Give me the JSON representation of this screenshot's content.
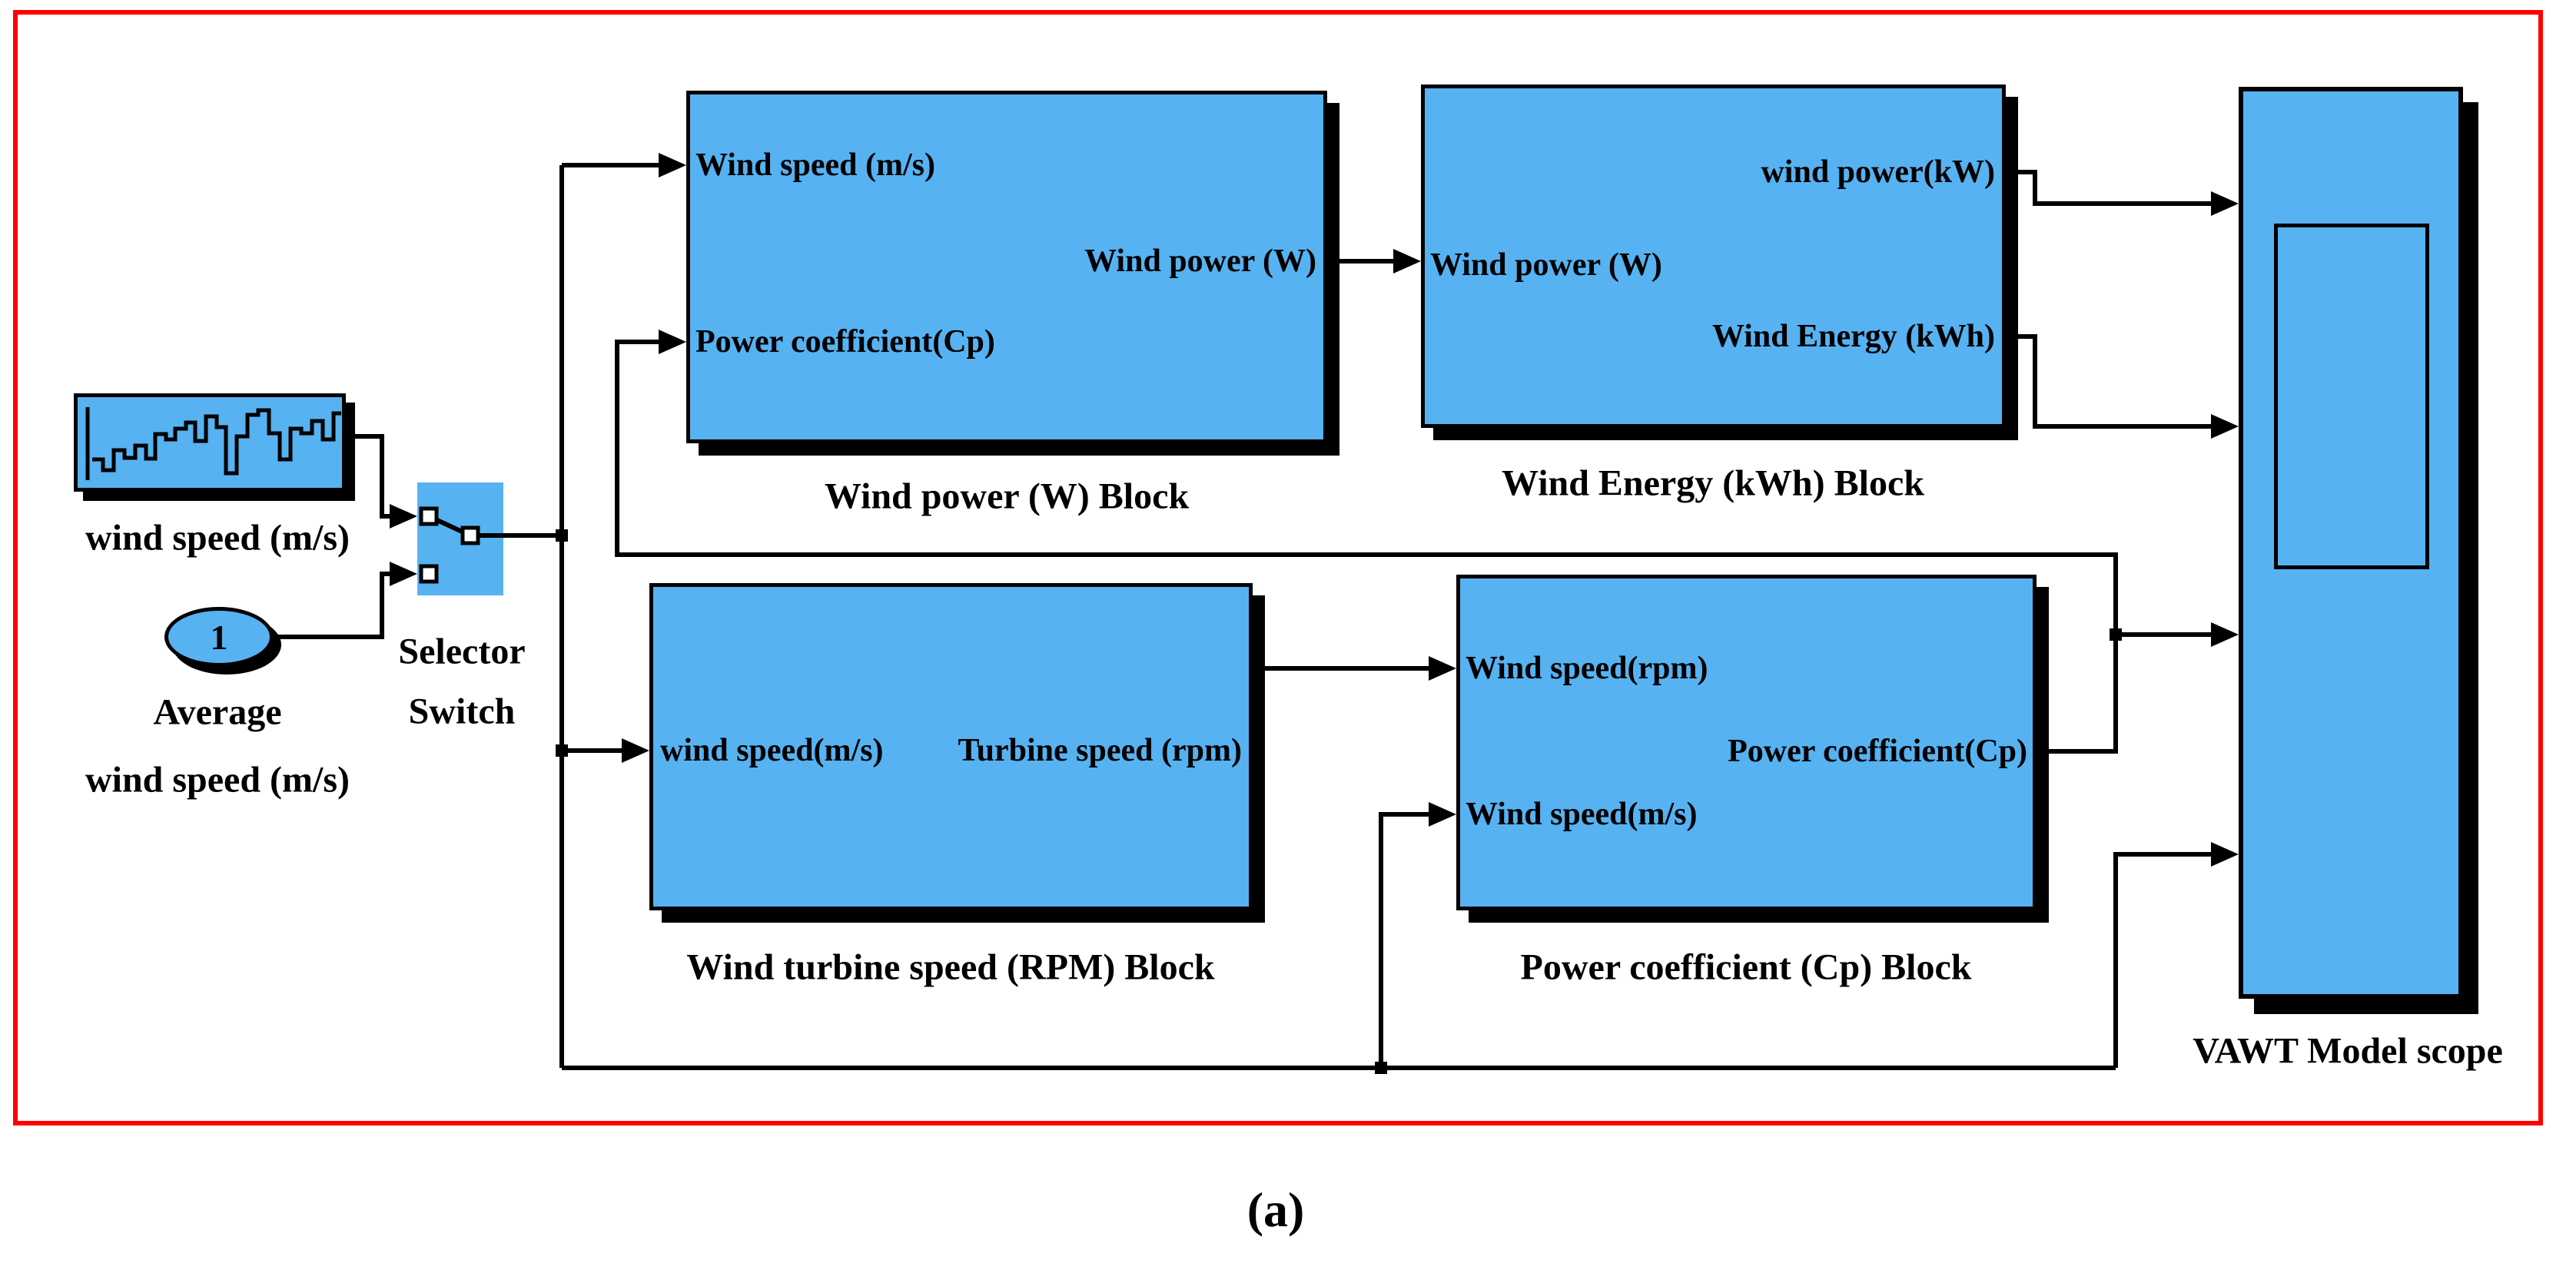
{
  "colors": {
    "block_fill": "#56B2F1",
    "outline": "#000000",
    "frame": "#FF0000",
    "text": "#000000"
  },
  "caption": "(a)",
  "source_block": {
    "label": "wind speed (m/s)"
  },
  "constant_block": {
    "value": "1",
    "label_line1": "Average",
    "label_line2": "wind speed (m/s)"
  },
  "selector_switch": {
    "label_line1": "Selector",
    "label_line2": "Switch"
  },
  "wind_power_block": {
    "in1": "Wind speed (m/s)",
    "in2": "Power coefficient(Cp)",
    "out1": "Wind power (W)",
    "caption": "Wind power (W) Block"
  },
  "wind_energy_block": {
    "out1": "wind power(kW)",
    "in1": "Wind power (W)",
    "out2": "Wind Energy (kWh)",
    "caption": "Wind Energy (kWh) Block"
  },
  "turbine_block": {
    "in1": "wind speed(m/s)",
    "out1": "Turbine speed (rpm)",
    "caption": "Wind turbine speed (RPM) Block"
  },
  "cp_block": {
    "in1": "Wind speed(rpm)",
    "out1": "Power coefficient(Cp)",
    "in2": "Wind speed(m/s)",
    "caption": "Power coefficient (Cp) Block"
  },
  "scope_block": {
    "caption": "VAWT Model scope"
  }
}
